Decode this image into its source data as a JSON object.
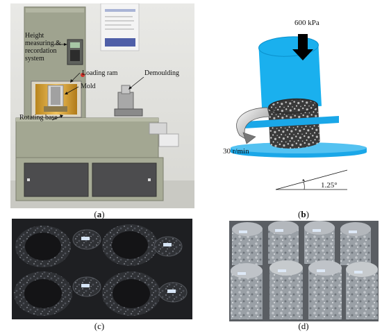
{
  "panel_a": {
    "labels": {
      "height_system": "Height\nmeasuring &\nrecordation\nsystem",
      "loading_ram": "Loading ram",
      "mold": "Mold",
      "demoulding": "Demoulding",
      "rotating_base": "Rotating base"
    },
    "caption_letter": "a"
  },
  "panel_b": {
    "pressure": "600 kPa",
    "speed": "30 r/min",
    "angle": "1.25°",
    "caption_letter": "b"
  },
  "panel_c": {
    "caption": "(c)"
  },
  "panel_d": {
    "caption": "(d)"
  },
  "colors": {
    "cylinder_blue": "#1ab0ee",
    "plate_blue": "#1aa7e8",
    "machine_green": "#9ea28e",
    "specimen_dark": "#3b3b3b"
  }
}
